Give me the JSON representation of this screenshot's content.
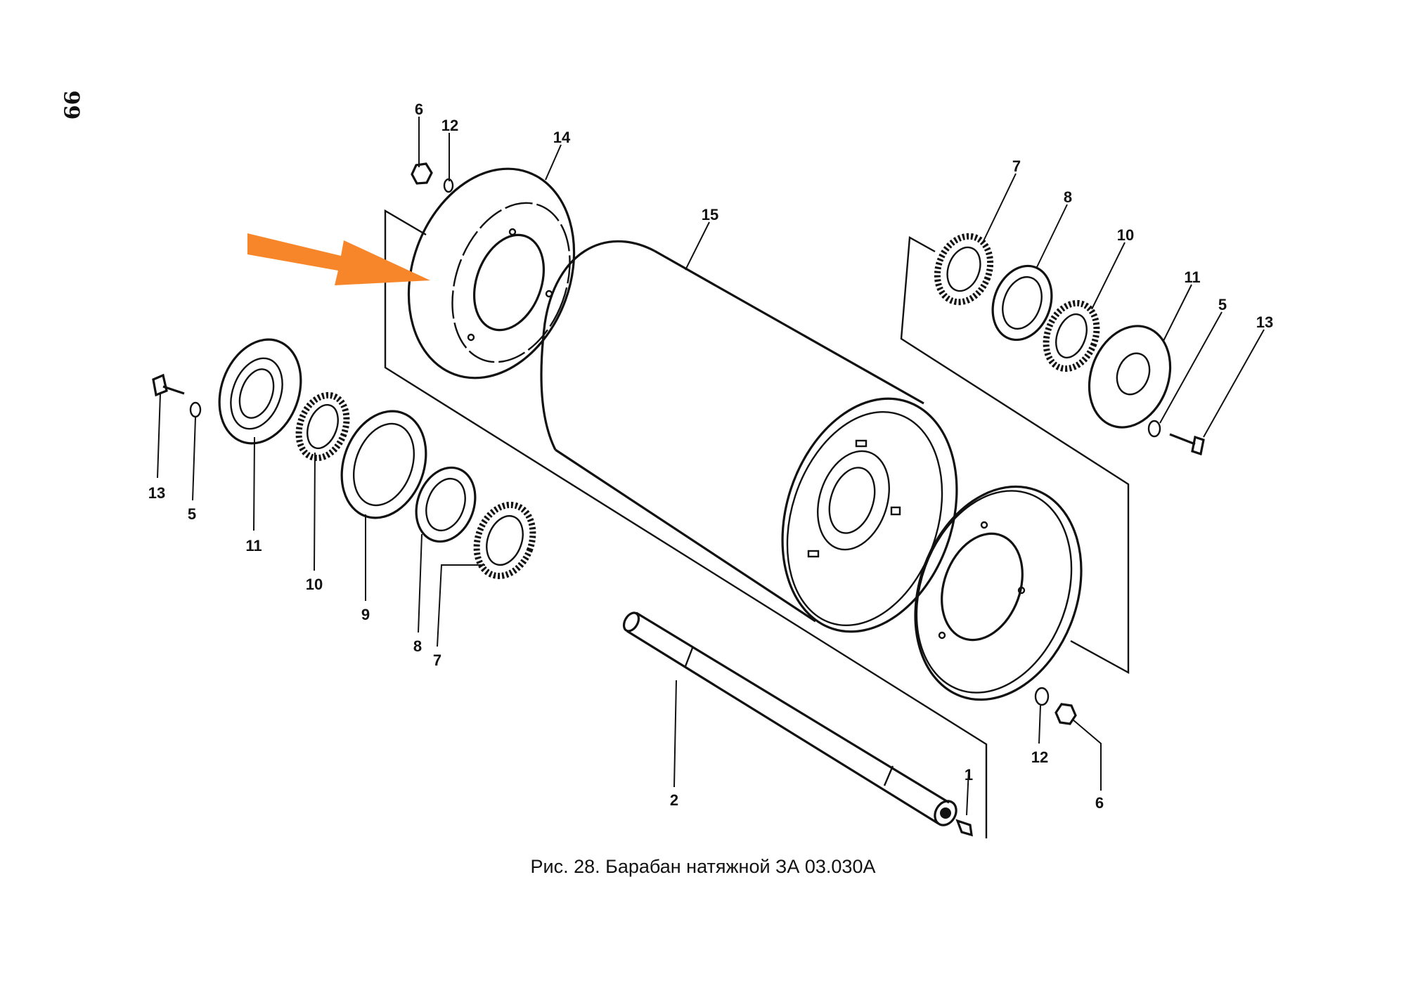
{
  "page_number": "99",
  "caption": "Рис. 28. Барабан натяжной ЗА 03.030А",
  "callouts": {
    "c1": "1",
    "c2": "2",
    "c5a": "5",
    "c5b": "5",
    "c6a": "6",
    "c6b": "6",
    "c7a": "7",
    "c7b": "7",
    "c8a": "8",
    "c8b": "8",
    "c9": "9",
    "c10a": "10",
    "c10b": "10",
    "c11a": "11",
    "c11b": "11",
    "c12a": "12",
    "c12b": "12",
    "c13a": "13",
    "c13b": "13",
    "c14": "14",
    "c15": "15"
  },
  "highlight_arrow_color": "#f7862a"
}
